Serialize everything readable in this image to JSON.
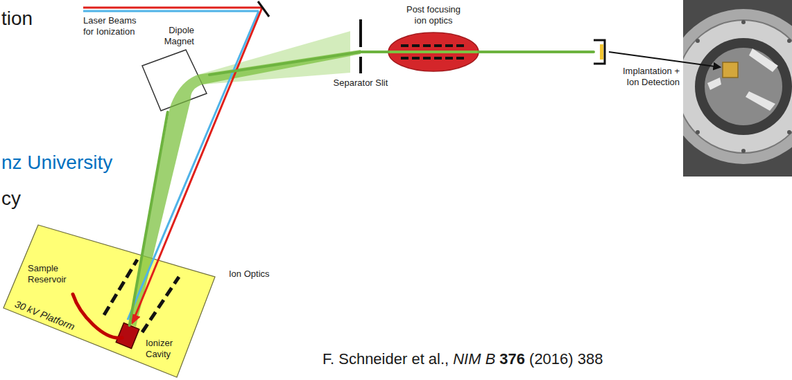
{
  "diagram": {
    "nodes": [
      {
        "text": [
          "30 kV Platform"
        ]
      },
      {
        "text": [
          "Ionizer Cavity"
        ],
        "in": 0
      },
      {
        "text": [
          "Dipole Magnet"
        ]
      },
      {
        "text": [
          "Post focusing ion optics"
        ]
      },
      {
        "text": [
          "Implantation + Ion Detection"
        ]
      }
    ],
    "edges": [
      {
        "from": 1,
        "to": 2,
        "arrow": "none"
      },
      {
        "from": 2,
        "to": 3,
        "arrow": "none"
      },
      {
        "from": 3,
        "to": 4,
        "arrow": "none"
      }
    ],
    "labels": [
      "tion",
      "nz University",
      "cy",
      "Laser Beams for Ionization",
      "Sample Reservoir",
      "Ion Optics",
      "Separator Slit",
      "F. Schneider et al.,",
      "NIM B",
      "376",
      "(2016) 388"
    ]
  }
}
